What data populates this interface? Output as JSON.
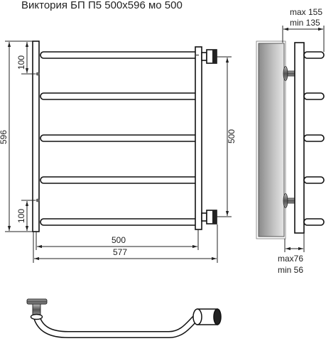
{
  "title": "Виктория БП П5 500х596 мо 500",
  "dimensions": {
    "top_offset": "100",
    "height": "596",
    "bottom_offset": "100",
    "axis_vertical": "500",
    "axis_horizontal": "500",
    "width": "577",
    "depth_max": "max 155",
    "depth_min": "min 135",
    "wall_max": "max76",
    "wall_min": "min 56"
  }
}
